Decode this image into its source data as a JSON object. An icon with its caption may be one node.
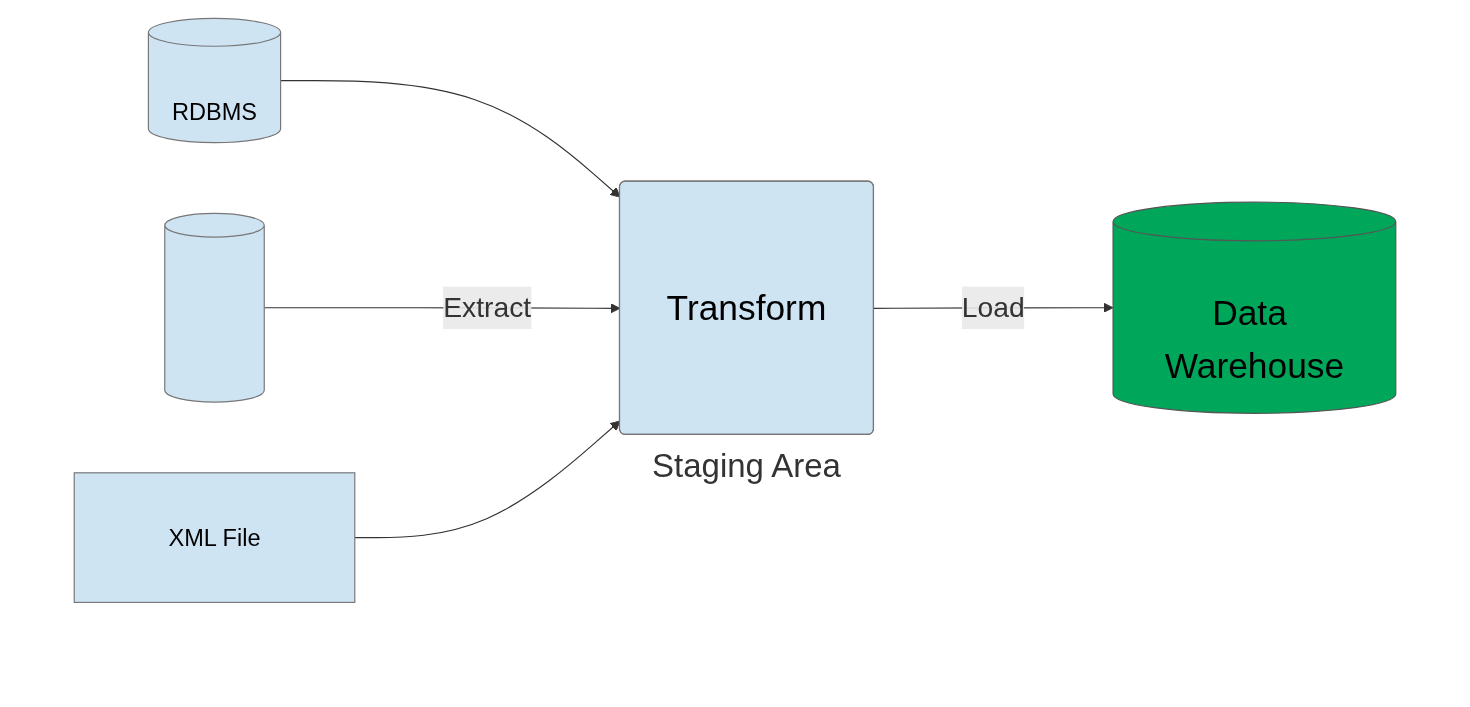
{
  "diagram": {
    "nodes": [
      {
        "text": [
          "RDBMS"
        ]
      },
      {
        "text": [],
        "shape": "cylinder"
      },
      {
        "text": [
          "XML File"
        ]
      },
      {
        "text": [
          "Transform"
        ],
        "beside": [
          "Staging Area"
        ]
      },
      {
        "text": [
          "Data Warehouse"
        ]
      }
    ],
    "edges": [
      {
        "from": 0,
        "to": 3,
        "arrow": "to"
      },
      {
        "from": 1,
        "to": 3,
        "arrow": "to",
        "label": "Extract"
      },
      {
        "from": 2,
        "to": 3,
        "arrow": "to"
      },
      {
        "from": 3,
        "to": 4,
        "arrow": "to",
        "label": "Load"
      }
    ]
  }
}
